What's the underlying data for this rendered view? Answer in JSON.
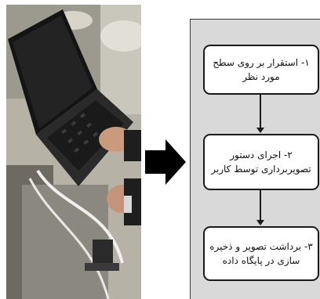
{
  "flowchart": {
    "steps": [
      {
        "label": "۱- استقرار بر روی سطح مورد نظر"
      },
      {
        "label": "۲- اجرای دستور تصویربرداری توسط کاربر"
      },
      {
        "label": "۳- برداشت تصویر و ذخیره سازی در پایگاه داده"
      }
    ]
  },
  "colors": {
    "panel_background": "#d9d9d9",
    "box_border": "#1a1a1a",
    "arrow": "#000000"
  }
}
